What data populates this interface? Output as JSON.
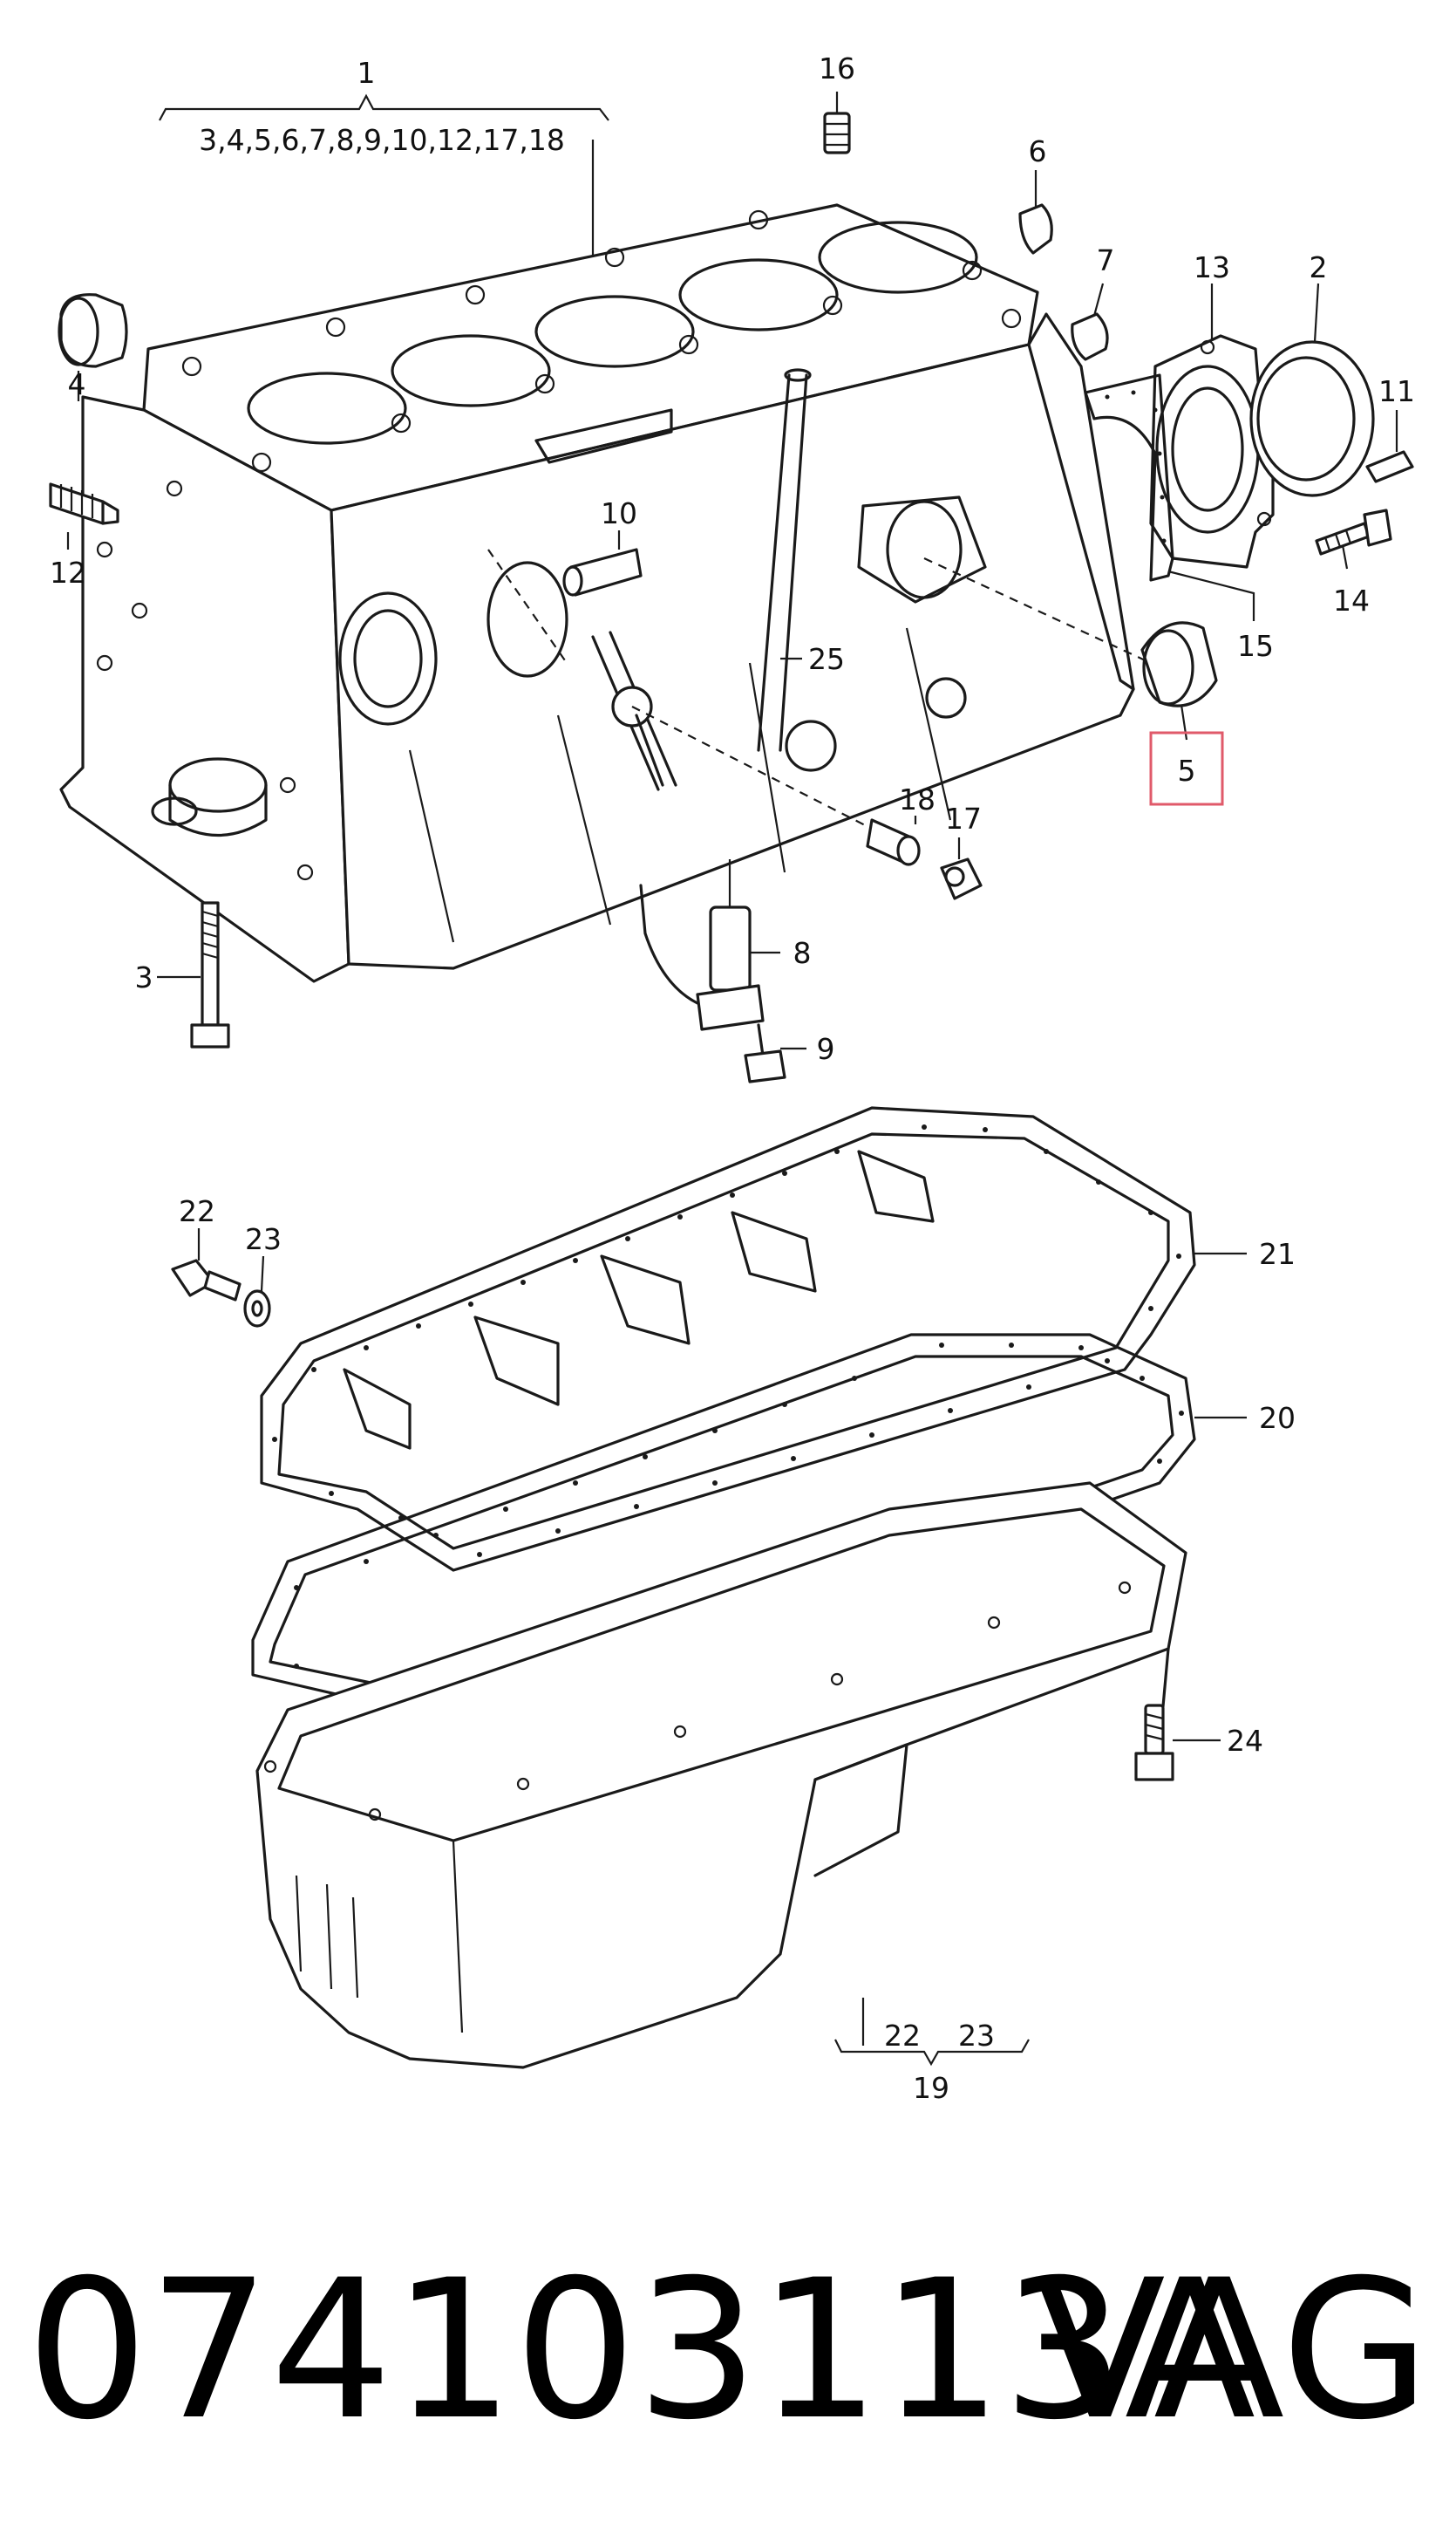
{
  "callouts": {
    "c1": "1",
    "c1_sub": "3,4,5,6,7,8,9,10,12,17,18",
    "c2": "2",
    "c3": "3",
    "c4": "4",
    "c5": "5",
    "c6": "6",
    "c7": "7",
    "c8": "8",
    "c9": "9",
    "c10": "10",
    "c11": "11",
    "c12": "12",
    "c13": "13",
    "c14": "14",
    "c15": "15",
    "c16": "16",
    "c17": "17",
    "c18": "18",
    "c19": "19",
    "c19_a": "22",
    "c19_b": "23",
    "c20": "20",
    "c21": "21",
    "c22": "22",
    "c23": "23",
    "c24": "24",
    "c25": "25"
  },
  "part_number": "074103113A",
  "brand": "VAG",
  "highlight_color": "#e05a6a"
}
